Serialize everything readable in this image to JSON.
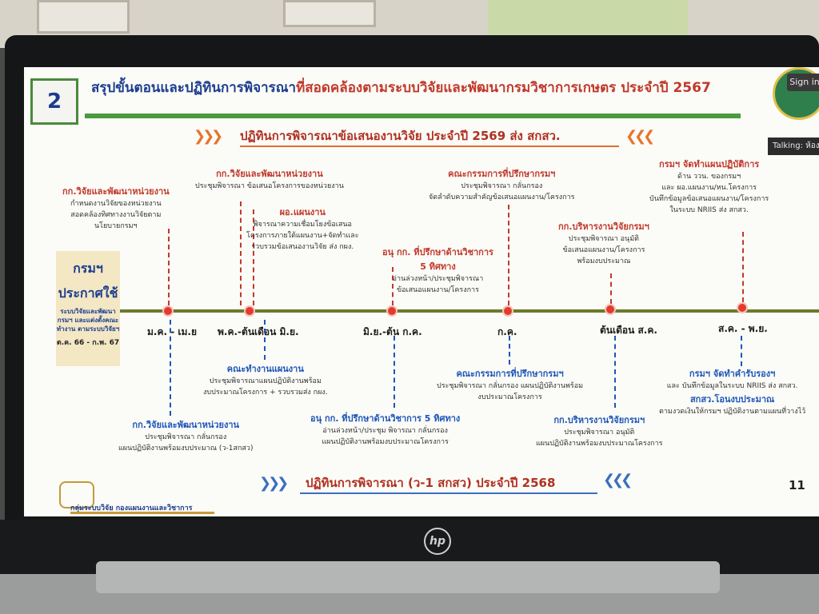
{
  "header": {
    "slide_number": "2",
    "title_prefix": "สรุปขั้นตอนและปฏิทินการพิจารณา",
    "title_red": "ที่สอดคล้องตาม",
    "title_suffix": "ระบบวิจัยและพัฒนากรมวิชาการเกษตร ประจำปี 2567",
    "sign_in": "Sign in",
    "talking": "Talking: ห้อง"
  },
  "subtitle_top": "ปฏิทินการพิจารณาข้อเสนองานวิจัย ประจำปี 2569 ส่ง สกสว.",
  "subtitle_bottom": "ปฏิทินการพิจารณา (ว-1 สกสว) ประจำปี 2568",
  "page_number": "11",
  "footer": "กลุ่มระบบวิจัย กองแผนงานและวิชาการ",
  "left_box": {
    "line1": "กรมฯ",
    "line2": "ประกาศใช้",
    "line3": "ระบบวิจัยและพัฒนา กรมฯ และแต่งตั้งคณะทำงาน ตามระบบวิจัยฯ",
    "date": "ต.ค. 66 - ก.พ. 67"
  },
  "timeline": {
    "labels": [
      "ม.ค. - เม.ย",
      "พ.ค.-ต้นเดือน มิ.ย.",
      "มิ.ย.-ต้น ก.ค.",
      "ก.ค.",
      "ต้นเดือน ส.ค.",
      "ส.ค. - พ.ย."
    ]
  },
  "top_blocks": [
    {
      "h": "กก.วิจัยและพัฒนาหน่วยงาน",
      "d1": "กำหนดงานวิจัยของหน่วยงาน",
      "d2": "สอดคล้องทิศทางงานวิจัยตาม",
      "d3": "นโยบายกรมฯ"
    },
    {
      "h": "กก.วิจัยและพัฒนาหน่วยงาน",
      "d1": "ประชุมพิจารณา ข้อเสนอโครงการของหน่วยงาน"
    },
    {
      "h": "ผอ.แผนงาน",
      "d1": "พิจารณาความเชื่อมโยงข้อเสนอ",
      "d2": "โครงการภายใต้แผนงาน+จัดทำและ",
      "d3": "รวบรวมข้อเสนองานวิจัย ส่ง กผง."
    },
    {
      "h": "อนุ กก. ที่ปรึกษาด้านวิชาการ",
      "h2": "5 ทิศทาง",
      "d1": "อ่านล่วงหน้า/ประชุมพิจารณา",
      "d2": "ข้อเสนอแผนงาน/โครงการ"
    },
    {
      "h": "คณะกรรมการที่ปรึกษากรมฯ",
      "d1": "ประชุมพิจารณา กลั่นกรอง",
      "d2": "จัดลำดับความสำคัญข้อเสนอแผนงาน/โครงการ"
    },
    {
      "h": "กก.บริหารงานวิจัยกรมฯ",
      "d1": "ประชุมพิจารณา อนุมัติ",
      "d2": "ข้อเสนอแผนงาน/โครงการ",
      "d3": "พร้อมงบประมาณ"
    },
    {
      "h": "กรมฯ จัดทำแผนปฏิบัติการ",
      "d1": "ด้าน ววน. ของกรมฯ",
      "d2": "และ ผอ.แผนงาน/หน.โครงการ",
      "d3": "บันทึกข้อมูลข้อเสนอแผนงาน/โครงการ",
      "d4": "ในระบบ NRIIS ส่ง สกสว."
    }
  ],
  "bottom_blocks": [
    {
      "h": "กก.วิจัยและพัฒนาหน่วยงาน",
      "d1": "ประชุมพิจารณา กลั่นกรอง",
      "d2": "แผนปฏิบัติงานพร้อมงบประมาณ (ว-1สกสว)"
    },
    {
      "h": "คณะทำงานแผนงาน",
      "d1": "ประชุมพิจารณาแผนปฏิบัติงานพร้อม",
      "d2": "งบประมาณโครงการ + รวบรวมส่ง กผง."
    },
    {
      "h": "อนุ กก. ที่ปรึกษาด้านวิชาการ 5 ทิศทาง",
      "d1": "อ่านล่วงหน้า/ประชุม พิจารณา กลั่นกรอง",
      "d2": "แผนปฏิบัติงานพร้อมงบประมาณโครงการ"
    },
    {
      "h": "คณะกรรมการที่ปรึกษากรมฯ",
      "d1": "ประชุมพิจารณา กลั่นกรอง แผนปฏิบัติงานพร้อม",
      "d2": "งบประมาณโครงการ"
    },
    {
      "h": "กก.บริหารงานวิจัยกรมฯ",
      "d1": "ประชุมพิจารณา อนุมัติ",
      "d2": "แผนปฏิบัติงานพร้อมงบประมาณโครงการ"
    },
    {
      "h": "กรมฯ จัดทำคำรับรองฯ",
      "d1": "และ บันทึกข้อมูลในระบบ NRIIS ส่ง สกสว.",
      "h2": "สกสว.โอนงบประมาณ",
      "d2": "ตามงวดเงินให้กรมฯ ปฏิบัติงานตามแผนที่วางไว้"
    }
  ],
  "colors": {
    "accent_red": "#c0392b",
    "accent_blue": "#1d56b8",
    "timeline": "#6a7a2a",
    "dot": "#e23b2e"
  }
}
